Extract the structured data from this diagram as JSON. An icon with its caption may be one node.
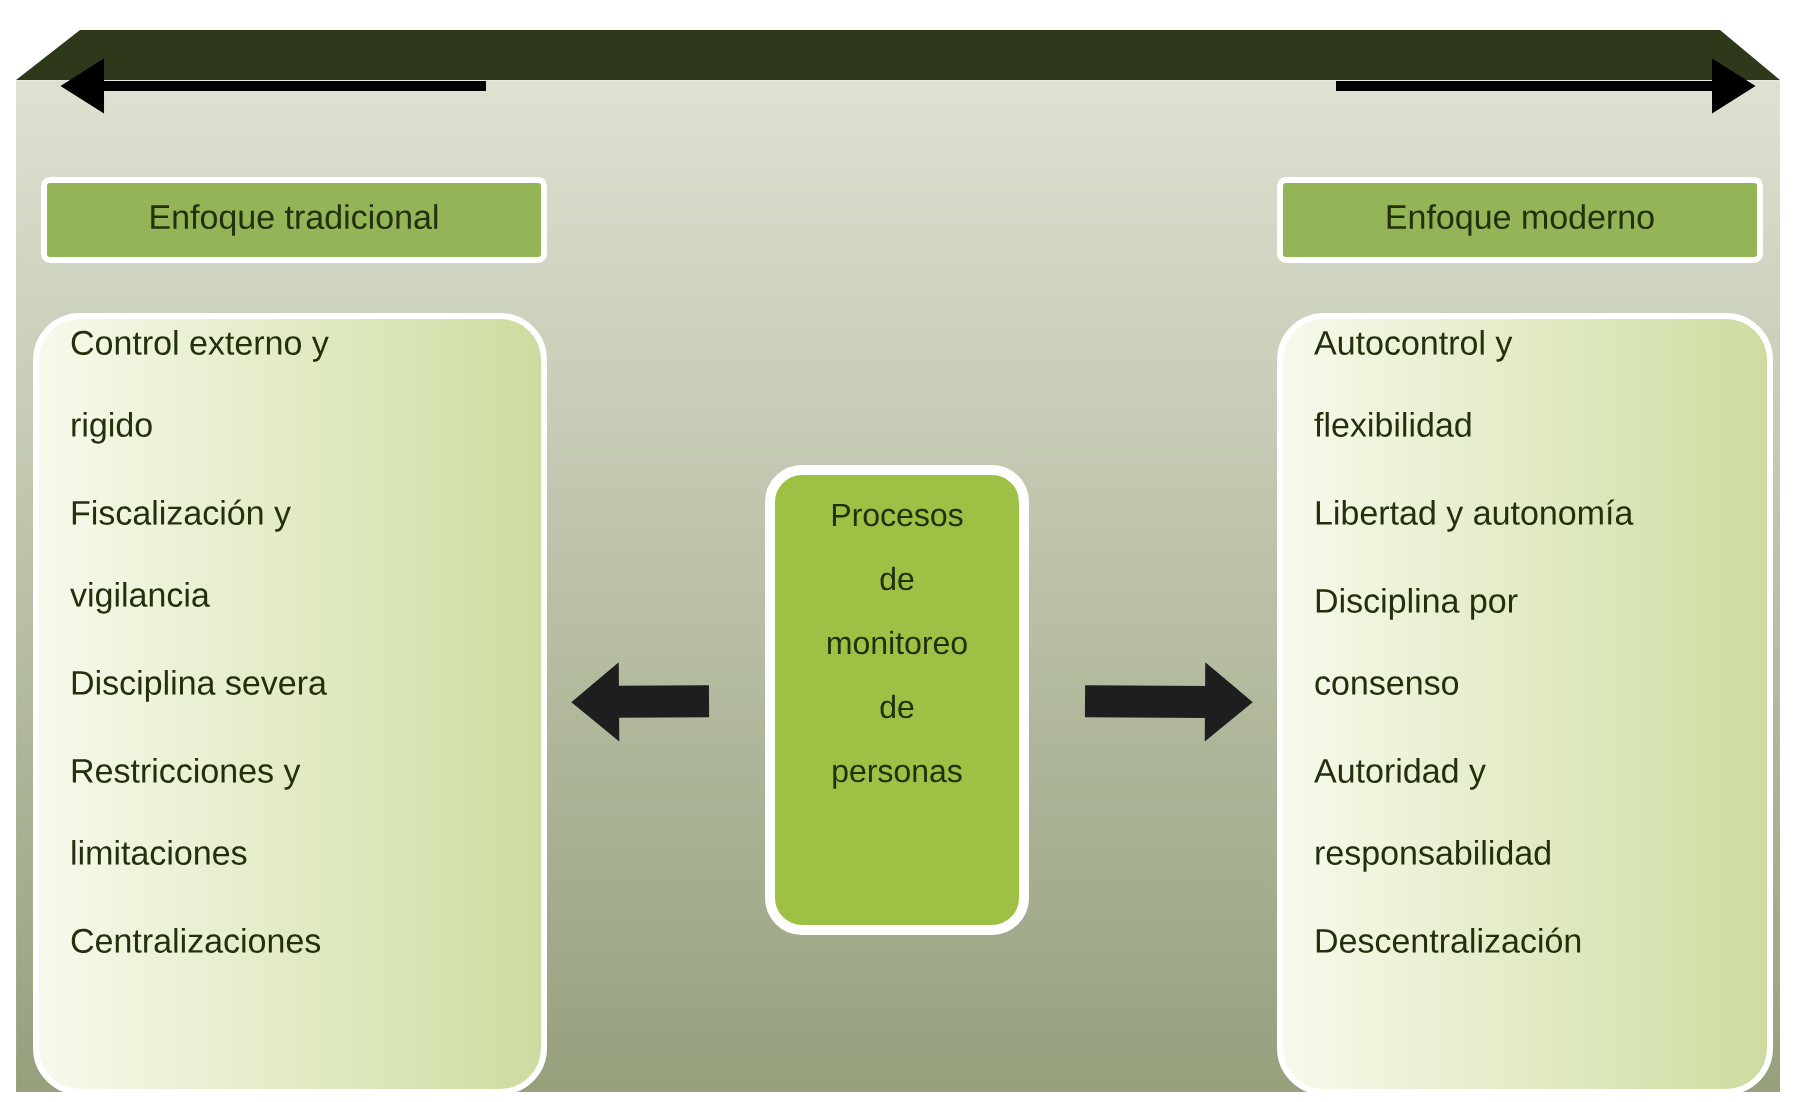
{
  "diagram": {
    "nodes": [
      {
        "text": [
          "Enfoque tradicional"
        ]
      },
      {
        "text": [
          "Control externo y rigido",
          "Fiscalización y vigilancia",
          "Disciplina severa",
          "Restricciones y limitaciones",
          "Centralizaciones"
        ]
      },
      {
        "text": [
          "Procesos de monitoreo de personas"
        ]
      },
      {
        "text": [
          "Enfoque moderno"
        ]
      },
      {
        "text": [
          "Autocontrol y flexibilidad",
          "Libertad y autonomía",
          "Disciplina por consenso",
          "Autoridad y responsabilidad",
          "Descentralización"
        ]
      }
    ],
    "edges": [
      {
        "from": 2,
        "to": 1,
        "arrow": "to"
      },
      {
        "from": 2,
        "to": 4,
        "arrow": "to"
      }
    ]
  }
}
